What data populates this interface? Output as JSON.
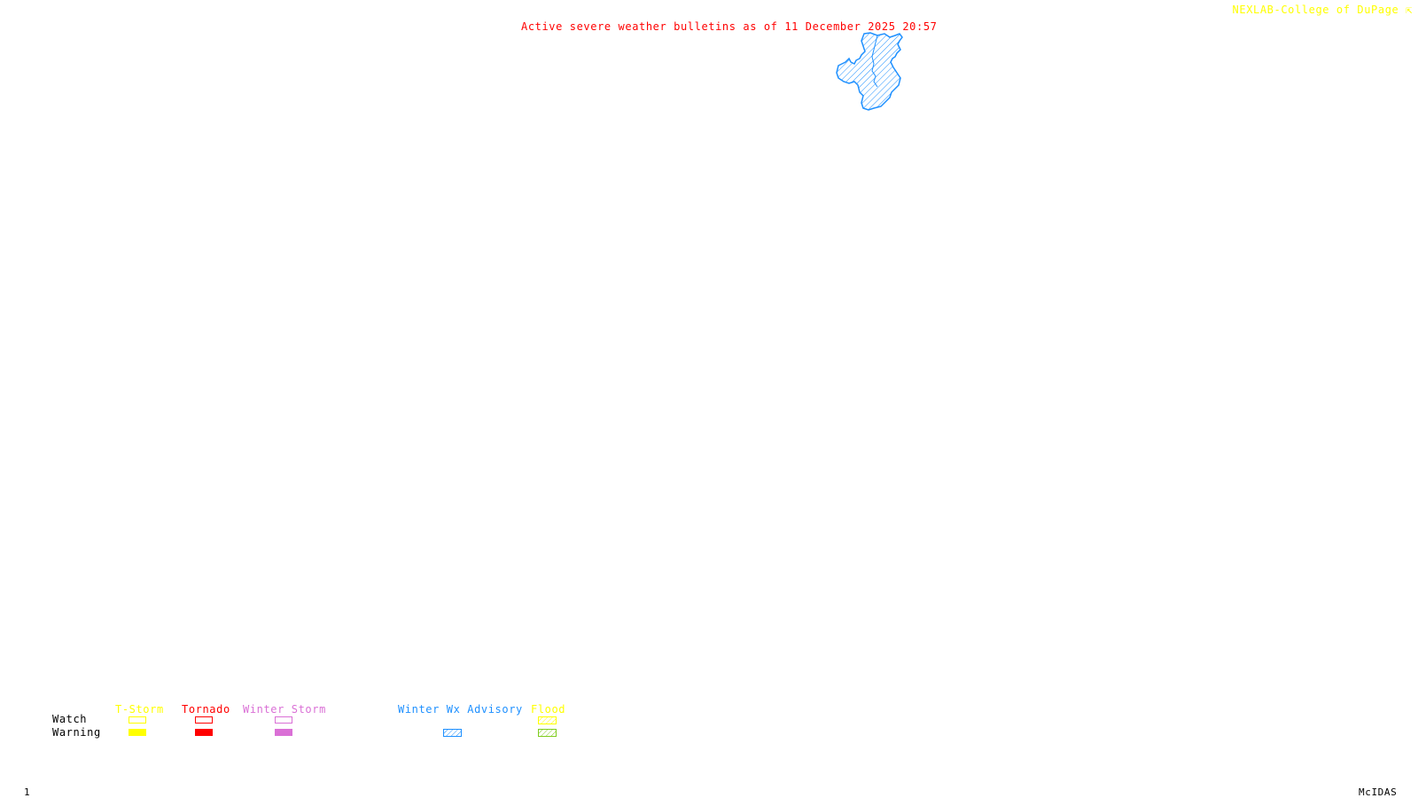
{
  "header": {
    "title": "Active severe weather bulletins as of 11 December 2025 20:57",
    "credit": "NEXLAB-College of DuPage",
    "credit_icon": "pointer-arrow-icon"
  },
  "footer": {
    "frame_number": "1",
    "software": "McIDAS"
  },
  "map": {
    "active_regions": [
      {
        "type": "Winter Wx Advisory",
        "color": "#1e90ff",
        "fill": "hatch"
      }
    ]
  },
  "legend": {
    "row_labels": {
      "watch": "Watch",
      "warning": "Warning"
    },
    "row_label_color": "#ff0000",
    "categories": [
      {
        "name": "T-Storm",
        "color": "#ffff00",
        "watch": "outline",
        "warning": "solid"
      },
      {
        "name": "Tornado",
        "color": "#ff0000",
        "watch": "outline",
        "warning": "solid"
      },
      {
        "name": "Winter Storm",
        "color": "#da70d6",
        "watch": "outline",
        "warning": "solid"
      },
      {
        "name": "Winter Wx Advisory",
        "color": "#1e90ff",
        "watch": "none",
        "warning": "hatch"
      },
      {
        "name": "Flood",
        "color": "#ffff00",
        "watch": "hatch",
        "warning": "hatch",
        "warning_color": "#7fcc1e"
      }
    ]
  }
}
